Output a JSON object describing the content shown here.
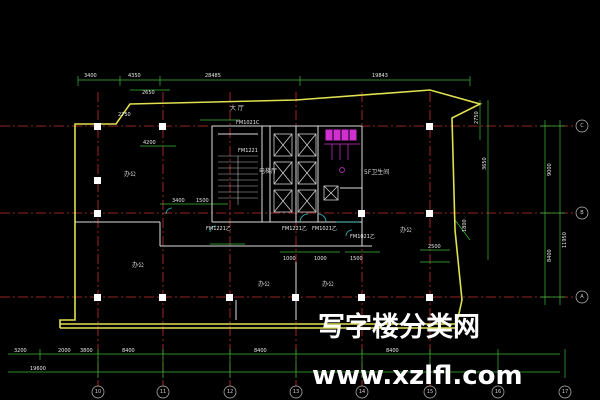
{
  "plan": {
    "top_dimensions": {
      "d_3400": "3400",
      "d_4350": "4350",
      "d_28485": "28485",
      "d_19843": "19843",
      "d_2650": "2650",
      "d_2750": "2750",
      "d_4200": "4200",
      "d_3400b": "3400",
      "d_1500": "1500"
    },
    "bottom_dimensions": {
      "d_2000": "2000",
      "d_3200": "3200",
      "d_3800": "3800",
      "d_8400_a": "8400",
      "d_8400_b": "8400",
      "d_8400_c": "8400",
      "d_19600": "19600",
      "d_1000a": "1000",
      "d_1000b": "1000",
      "d_1500": "1500",
      "d_2500": "2500"
    },
    "right_dimensions": {
      "d_9000": "9000",
      "d_8400": "8400",
      "d_11950": "11950",
      "d_3650": "3650",
      "d_1800": "1800",
      "d_2750": "2750"
    },
    "room_labels": {
      "office_nw": "办公",
      "office_w": "办公",
      "office_s1": "办公",
      "office_s2": "办公",
      "lobby": "大 厅",
      "elevator_hall": "电梯厅",
      "restroom": "5F卫生间",
      "office_e": "办公"
    },
    "door_tags": {
      "fm1": "FM1021C",
      "fm2": "FM1221",
      "fm3": "FM1221乙",
      "fm4": "FM1221乙",
      "fm5": "FM1021乙",
      "fm6": "FM1021乙"
    },
    "axis_right": [
      "C",
      "B",
      "A"
    ],
    "axis_bottom": [
      "10",
      "11",
      "12",
      "13",
      "14",
      "15",
      "16",
      "17"
    ]
  },
  "watermark": {
    "title": "写字楼分类网",
    "url": "www.xzlfl.com"
  }
}
